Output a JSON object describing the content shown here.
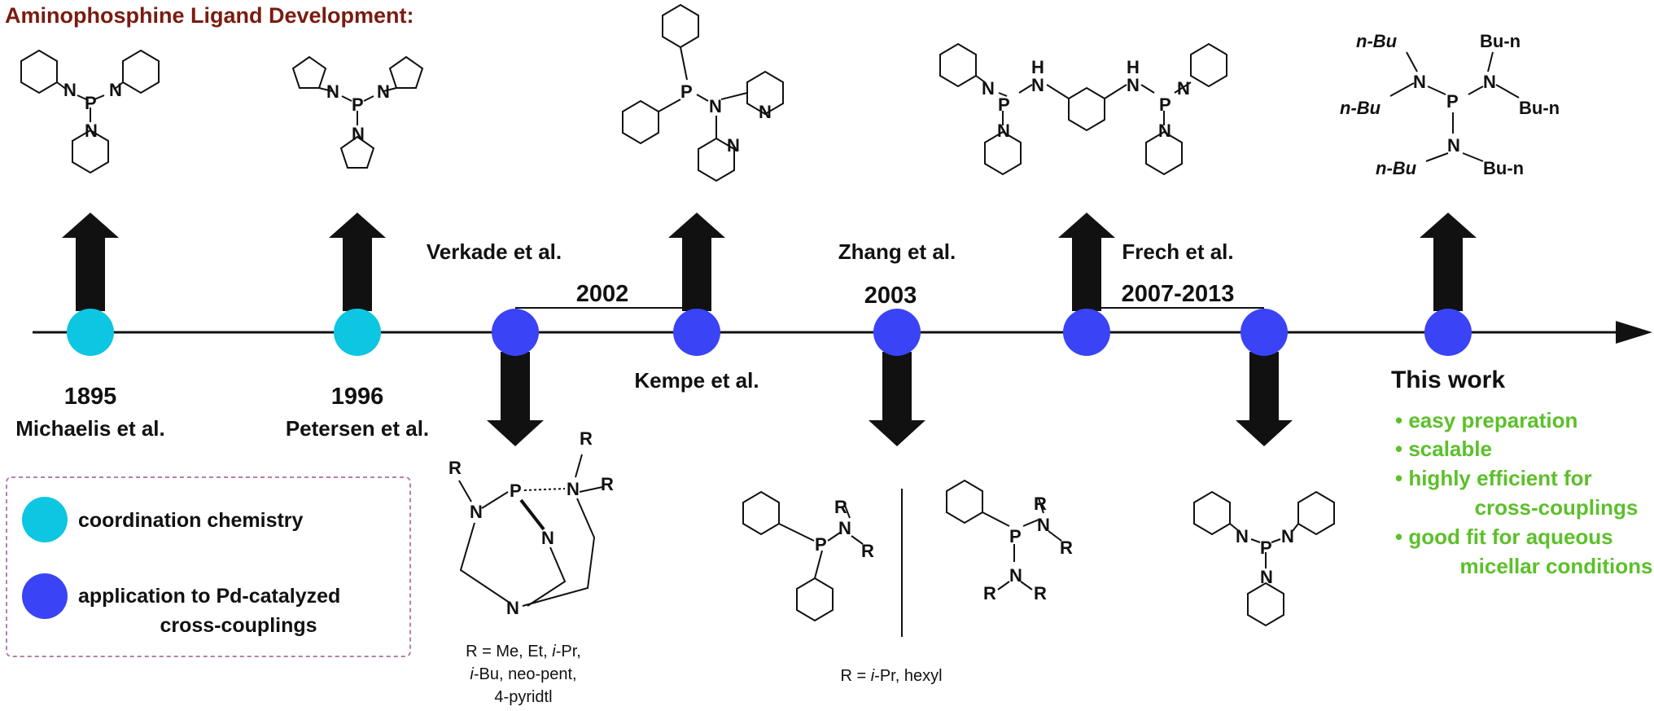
{
  "title": "Aminophosphine Ligand Development:",
  "colors": {
    "title": "#7a1b10",
    "coordination_dot": "#0cc6e2",
    "application_dot": "#3a43f5",
    "green_text": "#5cc02a",
    "legend_border": "#b580a8",
    "axis": "#111111"
  },
  "milestones": [
    {
      "year": "1895",
      "author": "Michaelis et al.",
      "kind": "coordination"
    },
    {
      "year": "1996",
      "author": "Petersen et al.",
      "kind": "coordination"
    },
    {
      "year": "",
      "author": "Verkade et al.",
      "kind": "application"
    },
    {
      "year": "2002",
      "author": "Kempe et al.",
      "kind": "application"
    },
    {
      "year": "2003",
      "author": "Zhang et al.",
      "kind": "application"
    },
    {
      "year": "",
      "author": "",
      "kind": "application"
    },
    {
      "year": "2007-2013",
      "author": "Frech et al.",
      "kind": "application"
    },
    {
      "year": "",
      "author": "This work",
      "kind": "application"
    }
  ],
  "legend": {
    "coordination": "coordination chemistry",
    "application_line1": "application to Pd-catalyzed",
    "application_line2": "cross-couplings"
  },
  "this_work_points": [
    "• easy preparation",
    "• scalable",
    "• highly efficient for",
    "cross-couplings",
    "• good fit for aqueous",
    "micellar conditions"
  ],
  "notes": {
    "verkade_r1": "R = Me, Et, ",
    "verkade_r1_ital": "i",
    "verkade_r1_end": "-Pr,",
    "verkade_r2_ital": "i",
    "verkade_r2": "-Bu, neo-pent,",
    "verkade_r3": "4-pyridtl",
    "zhang_r_pre": "R = ",
    "zhang_r_ital": "i",
    "zhang_r_post": "-Pr, hexyl"
  },
  "atoms": {
    "N": "N",
    "P": "P",
    "H": "H",
    "R": "R",
    "nbu_left": "n-Bu",
    "bun_right": "Bu-n"
  }
}
